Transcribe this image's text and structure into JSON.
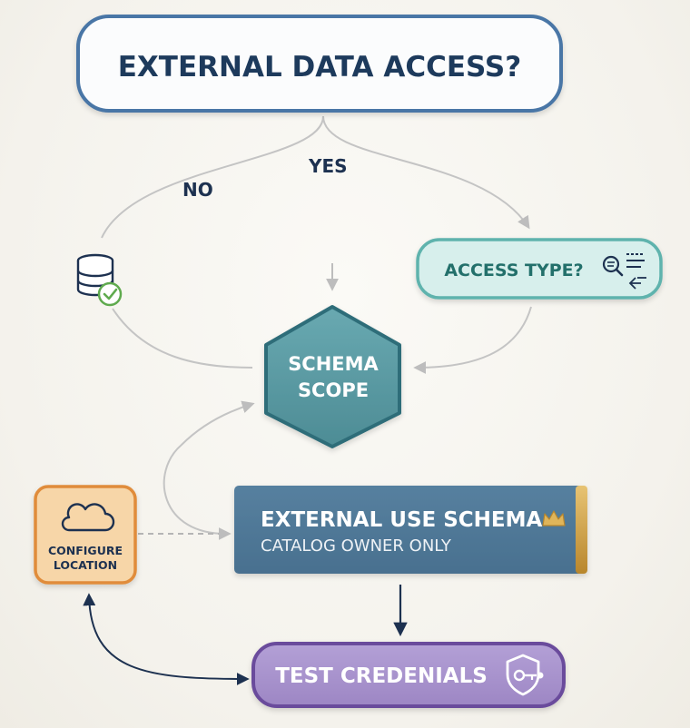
{
  "nodes": {
    "external_data_access": {
      "label": "EXTERNAL DATA ACCESS?"
    },
    "access_type": {
      "label": "ACCESS TYPE?"
    },
    "schema_scope": {
      "line1": "SCHEMA",
      "line2": "SCOPE"
    },
    "external_use_schema": {
      "title": "EXTERNAL USE SCHEMA",
      "subtitle": "CATALOG OWNER ONLY"
    },
    "configure_location": {
      "line1": "CONFIGURE",
      "line2": "LOCATION"
    },
    "test_credentials": {
      "label": "TEST CREDENIALS"
    }
  },
  "edges": {
    "yes_label": "YES",
    "no_label": "NO"
  },
  "colors": {
    "decision_border": "#4a76a6",
    "title_text": "#1d3a5c",
    "access_type_fill": "#d7efec",
    "access_type_border": "#5fb3ad",
    "access_type_text": "#23706b",
    "schema_fill": "#5a9aa3",
    "schema_border": "#2f6d79",
    "external_use_fill": "#4f7697",
    "gold_accent": "#c99a3e",
    "configure_fill": "#f7d6a8",
    "configure_border": "#e08c3a",
    "test_fill": "#a892cc",
    "test_border": "#6a4b9c",
    "arrow_gray": "#c4c4c4",
    "arrow_dark": "#1d3150",
    "check_green": "#5faa4e"
  },
  "icons": [
    "database-check-icon",
    "search-list-icon",
    "cloud-icon",
    "crown-icon",
    "shield-key-icon"
  ]
}
